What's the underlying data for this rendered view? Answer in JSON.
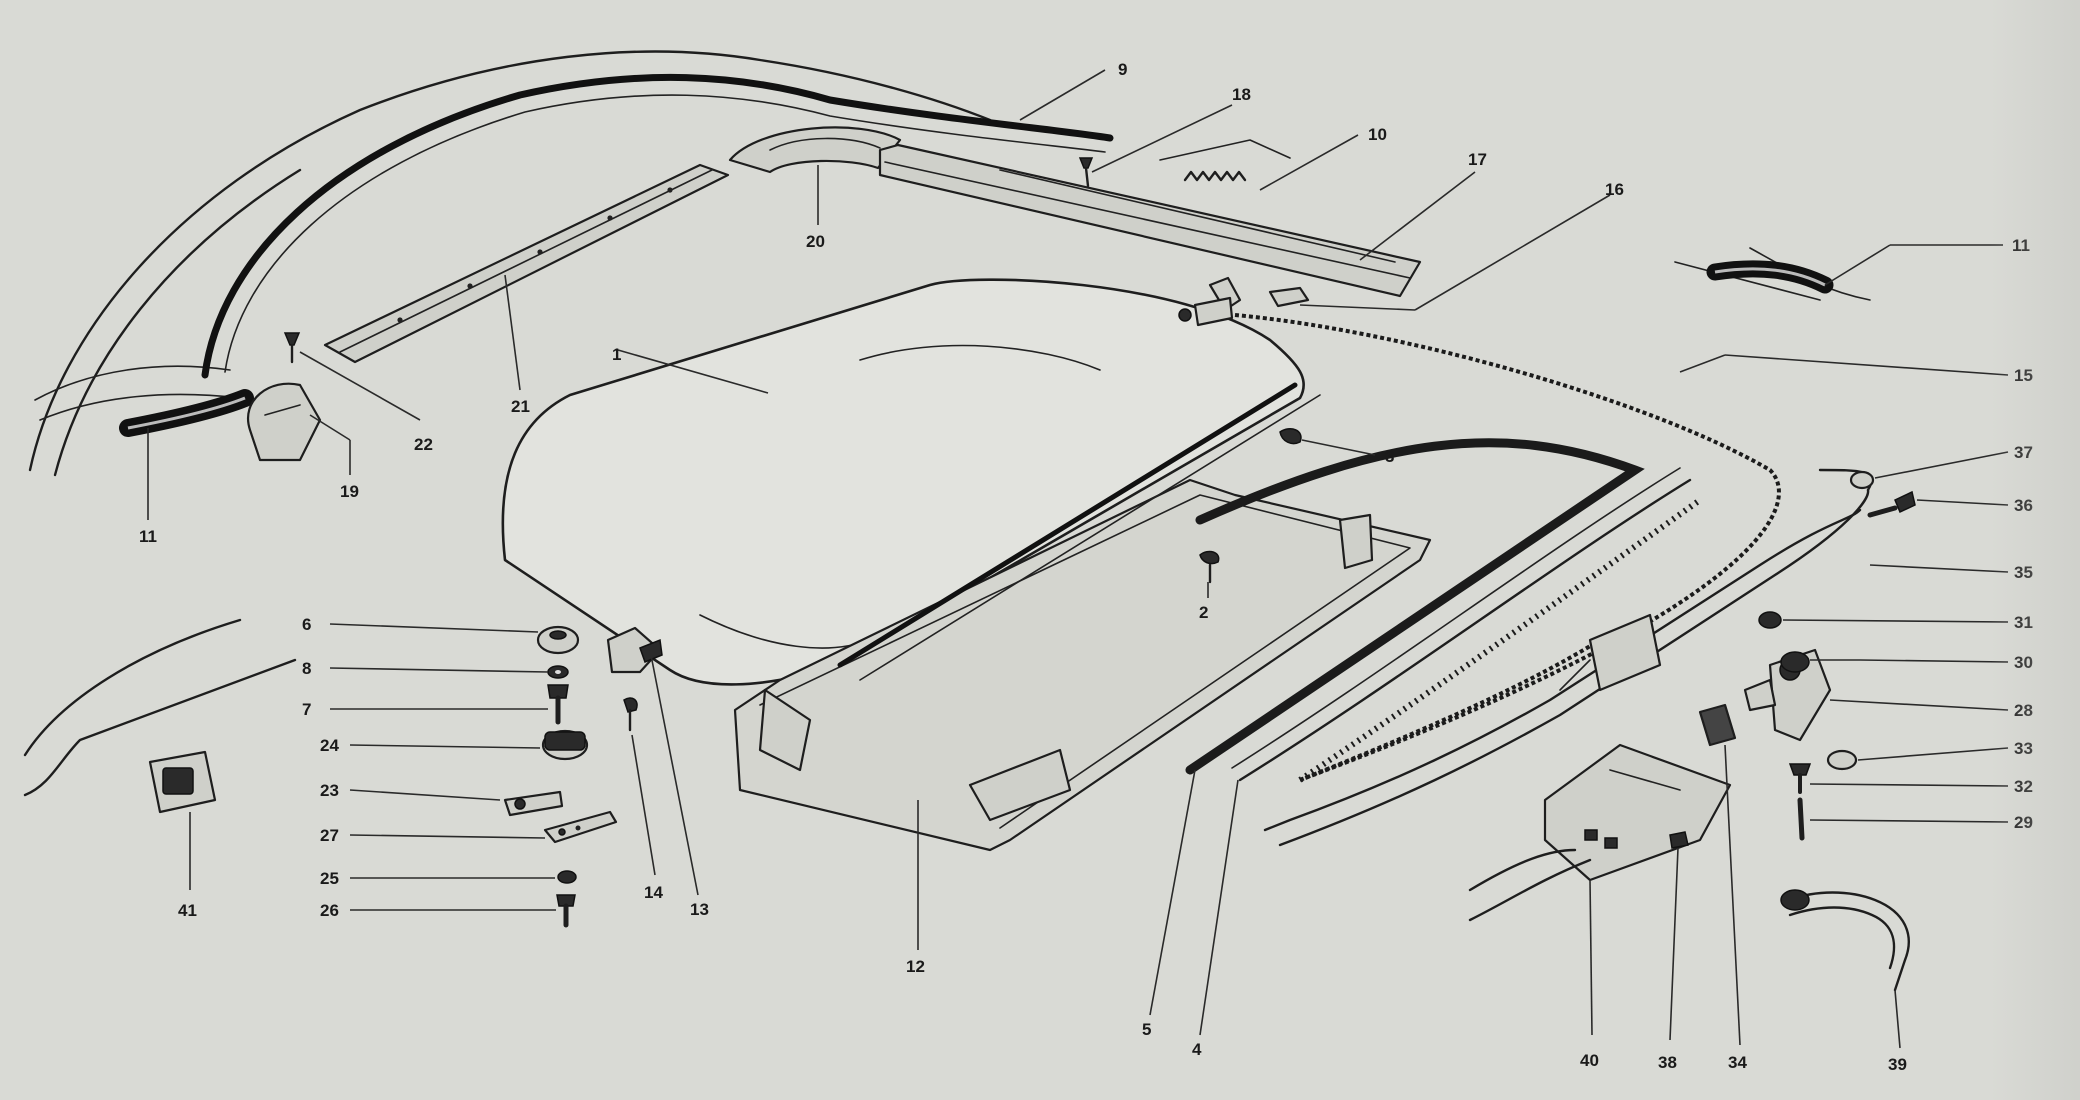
{
  "callouts": [
    {
      "id": "c1",
      "text": "1"
    },
    {
      "id": "c2",
      "text": "2"
    },
    {
      "id": "c3",
      "text": "3"
    },
    {
      "id": "c4",
      "text": "4"
    },
    {
      "id": "c5",
      "text": "5"
    },
    {
      "id": "c6",
      "text": "6"
    },
    {
      "id": "c7",
      "text": "7"
    },
    {
      "id": "c8",
      "text": "8"
    },
    {
      "id": "c9",
      "text": "9"
    },
    {
      "id": "c10",
      "text": "10"
    },
    {
      "id": "c11a",
      "text": "11"
    },
    {
      "id": "c11b",
      "text": "11"
    },
    {
      "id": "c12",
      "text": "12"
    },
    {
      "id": "c13",
      "text": "13"
    },
    {
      "id": "c14",
      "text": "14"
    },
    {
      "id": "c15",
      "text": "15"
    },
    {
      "id": "c16",
      "text": "16"
    },
    {
      "id": "c17",
      "text": "17"
    },
    {
      "id": "c18",
      "text": "18"
    },
    {
      "id": "c19",
      "text": "19"
    },
    {
      "id": "c20",
      "text": "20"
    },
    {
      "id": "c21",
      "text": "21"
    },
    {
      "id": "c22",
      "text": "22"
    },
    {
      "id": "c23",
      "text": "23"
    },
    {
      "id": "c24",
      "text": "24"
    },
    {
      "id": "c25",
      "text": "25"
    },
    {
      "id": "c26",
      "text": "26"
    },
    {
      "id": "c27",
      "text": "27"
    },
    {
      "id": "c28",
      "text": "28"
    },
    {
      "id": "c29",
      "text": "29"
    },
    {
      "id": "c30",
      "text": "30"
    },
    {
      "id": "c31",
      "text": "31"
    },
    {
      "id": "c32",
      "text": "32"
    },
    {
      "id": "c33",
      "text": "33"
    },
    {
      "id": "c34",
      "text": "34"
    },
    {
      "id": "c35",
      "text": "35"
    },
    {
      "id": "c36",
      "text": "36"
    },
    {
      "id": "c37",
      "text": "37"
    },
    {
      "id": "c38",
      "text": "38"
    },
    {
      "id": "c39",
      "text": "39"
    },
    {
      "id": "c40",
      "text": "40"
    },
    {
      "id": "c41",
      "text": "41"
    }
  ]
}
